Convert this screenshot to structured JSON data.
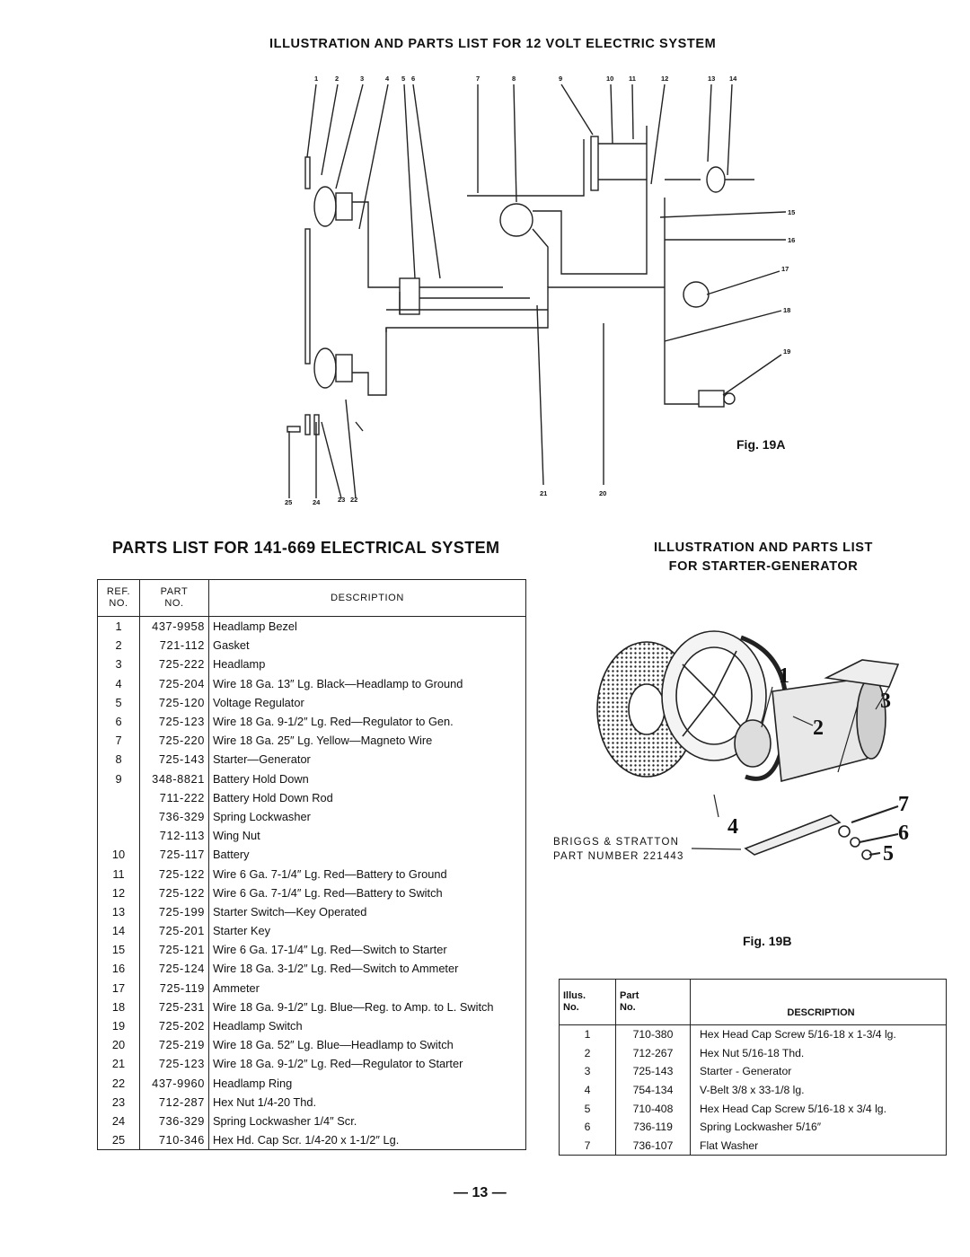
{
  "top_title": "ILLUSTRATION AND PARTS LIST FOR 12 VOLT ELECTRIC SYSTEM",
  "diagram": {
    "top_callouts": [
      "1",
      "2",
      "3",
      "4",
      "5",
      "6",
      "7",
      "8",
      "9",
      "10",
      "11",
      "12",
      "13",
      "14"
    ],
    "side_callouts": [
      "15",
      "16",
      "17",
      "18",
      "19"
    ],
    "bottom_callouts": [
      "25",
      "24",
      "23",
      "22",
      "21",
      "20"
    ],
    "fig_label": "Fig. 19A"
  },
  "parts_title": "PARTS LIST FOR 141-669 ELECTRICAL SYSTEM",
  "parts_table": {
    "headers": {
      "ref": "REF.\nNO.",
      "part": "PART\nNO.",
      "desc": "DESCRIPTION"
    },
    "rows": [
      {
        "ref": "1",
        "part": "437-9958",
        "desc": "Headlamp Bezel"
      },
      {
        "ref": "2",
        "part": "721-112",
        "desc": "Gasket"
      },
      {
        "ref": "3",
        "part": "725-222",
        "desc": "Headlamp"
      },
      {
        "ref": "4",
        "part": "725-204",
        "desc": "Wire 18 Ga. 13″ Lg. Black—Headlamp to Ground"
      },
      {
        "ref": "5",
        "part": "725-120",
        "desc": "Voltage Regulator"
      },
      {
        "ref": "6",
        "part": "725-123",
        "desc": "Wire 18 Ga. 9-1/2″ Lg. Red—Regulator to Gen."
      },
      {
        "ref": "7",
        "part": "725-220",
        "desc": "Wire 18 Ga. 25″ Lg. Yellow—Magneto Wire"
      },
      {
        "ref": "8",
        "part": "725-143",
        "desc": "Starter—Generator"
      },
      {
        "ref": "9",
        "part": "348-8821",
        "desc": "Battery Hold Down"
      },
      {
        "ref": "",
        "part": "711-222",
        "desc": "Battery Hold Down Rod"
      },
      {
        "ref": "",
        "part": "736-329",
        "desc": "Spring Lockwasher"
      },
      {
        "ref": "",
        "part": "712-113",
        "desc": "Wing Nut"
      },
      {
        "ref": "10",
        "part": "725-117",
        "desc": "Battery"
      },
      {
        "ref": "11",
        "part": "725-122",
        "desc": "Wire 6 Ga. 7-1/4″ Lg. Red—Battery to Ground"
      },
      {
        "ref": "12",
        "part": "725-122",
        "desc": "Wire 6 Ga. 7-1/4″ Lg. Red—Battery to Switch"
      },
      {
        "ref": "13",
        "part": "725-199",
        "desc": "Starter Switch—Key Operated"
      },
      {
        "ref": "14",
        "part": "725-201",
        "desc": "Starter Key"
      },
      {
        "ref": "15",
        "part": "725-121",
        "desc": "Wire 6 Ga. 17-1/4″ Lg. Red—Switch to Starter"
      },
      {
        "ref": "16",
        "part": "725-124",
        "desc": "Wire 18 Ga. 3-1/2″ Lg. Red—Switch to Ammeter"
      },
      {
        "ref": "17",
        "part": "725-119",
        "desc": "Ammeter"
      },
      {
        "ref": "18",
        "part": "725-231",
        "desc": "Wire 18 Ga. 9-1/2″ Lg. Blue—Reg. to Amp. to L. Switch"
      },
      {
        "ref": "19",
        "part": "725-202",
        "desc": "Headlamp Switch"
      },
      {
        "ref": "20",
        "part": "725-219",
        "desc": "Wire 18 Ga. 52″ Lg. Blue—Headlamp to Switch"
      },
      {
        "ref": "21",
        "part": "725-123",
        "desc": "Wire 18 Ga. 9-1/2″ Lg. Red—Regulator to Starter"
      },
      {
        "ref": "22",
        "part": "437-9960",
        "desc": "Headlamp Ring"
      },
      {
        "ref": "23",
        "part": "712-287",
        "desc": "Hex Nut 1/4-20 Thd."
      },
      {
        "ref": "24",
        "part": "736-329",
        "desc": "Spring Lockwasher 1/4″ Scr."
      },
      {
        "ref": "25",
        "part": "710-346",
        "desc": "Hex Hd. Cap Scr. 1/4-20 x 1-1/2″ Lg."
      }
    ]
  },
  "sg_title_line1": "ILLUSTRATION AND PARTS LIST",
  "sg_title_line2": "FOR STARTER-GENERATOR",
  "sg_illustration": {
    "callouts": [
      "1",
      "2",
      "3",
      "4",
      "5",
      "6",
      "7"
    ],
    "briggs_line1": "BRIGGS & STRATTON",
    "briggs_line2": "PART NUMBER 221443",
    "fig_label": "Fig. 19B"
  },
  "sg_table": {
    "headers": {
      "illus": "Illus.\nNo.",
      "part": "Part\nNo.",
      "desc": "DESCRIPTION"
    },
    "rows": [
      {
        "illus": "1",
        "part": "710-380",
        "desc": "Hex Head Cap Screw 5/16-18 x 1-3/4 lg."
      },
      {
        "illus": "2",
        "part": "712-267",
        "desc": "Hex Nut 5/16-18 Thd."
      },
      {
        "illus": "3",
        "part": "725-143",
        "desc": "Starter - Generator"
      },
      {
        "illus": "4",
        "part": "754-134",
        "desc": "V-Belt 3/8 x 33-1/8 lg."
      },
      {
        "illus": "5",
        "part": "710-408",
        "desc": "Hex Head Cap Screw 5/16-18 x 3/4 lg."
      },
      {
        "illus": "6",
        "part": "736-119",
        "desc": "Spring Lockwasher 5/16″"
      },
      {
        "illus": "7",
        "part": "736-107",
        "desc": "Flat Washer"
      }
    ]
  },
  "page_number": "— 13 —"
}
